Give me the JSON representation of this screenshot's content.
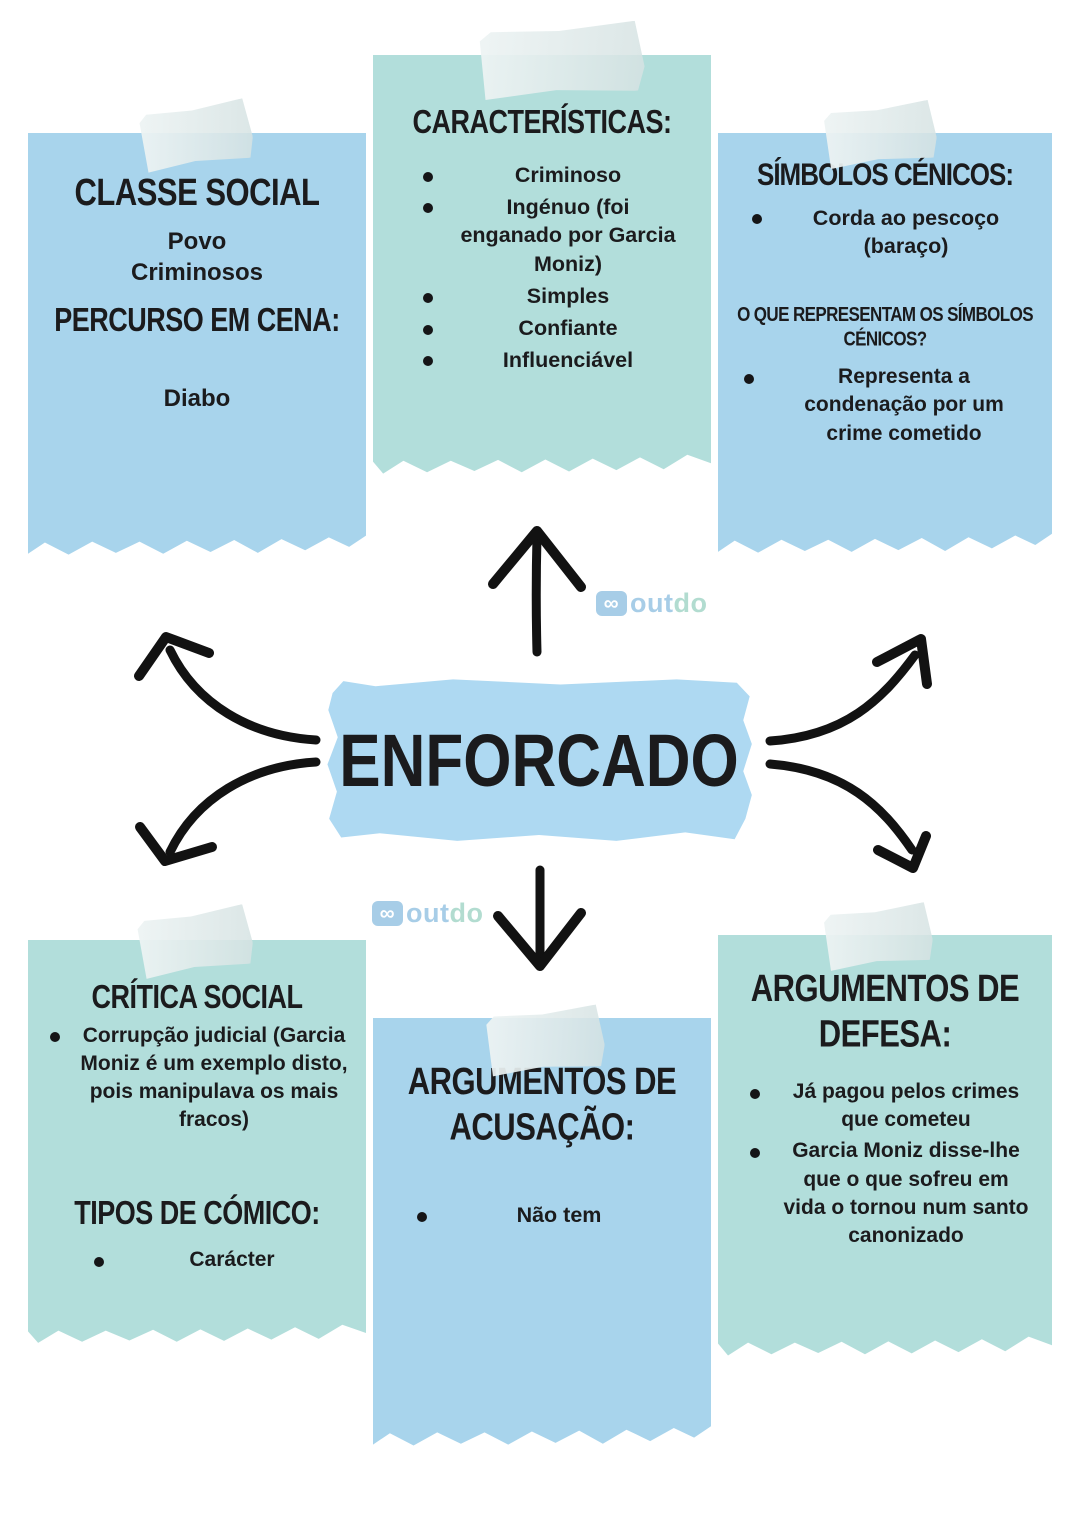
{
  "page": {
    "background": "#ffffff"
  },
  "colors": {
    "blue_note": "#a8d4ec",
    "teal_note": "#b2dedb",
    "banner": "#aed9f2",
    "text": "#1b1b1d",
    "arrow": "#121212",
    "tape": "#e3ecec",
    "watermark_blue": "#a3cbe6",
    "watermark_teal": "#aedbce"
  },
  "center": {
    "title": "ENFORCADO"
  },
  "watermark": {
    "badge": "∞",
    "part1": "out",
    "part2": "do"
  },
  "notes": {
    "classe_social": {
      "title": "CLASSE SOCIAL",
      "lines": [
        "Povo",
        "Criminosos"
      ],
      "subtitle": "PERCURSO EM CENA:",
      "sub_lines": [
        "Diabo"
      ]
    },
    "caracteristicas": {
      "title": "CARACTERÍSTICAS:",
      "bullets": [
        "Criminoso",
        "Ingénuo (foi enganado por Garcia Moniz)",
        "Simples",
        "Confiante",
        "Influenciável"
      ]
    },
    "simbolos_cenicos": {
      "title": "SÍMBOLOS CÉNICOS:",
      "bullets": [
        "Corda ao pescoço (baraço)"
      ],
      "subtitle": "O QUE REPRESENTAM OS SÍMBOLOS CÉNICOS?",
      "sub_bullets": [
        "Representa a condenação por um crime cometido"
      ]
    },
    "critica_social": {
      "title": "CRÍTICA SOCIAL",
      "bullets": [
        "Corrupção judicial (Garcia Moniz é um exemplo disto, pois manipulava os mais fracos)"
      ],
      "subtitle": "TIPOS DE CÓMICO:",
      "sub_bullets": [
        "Carácter"
      ]
    },
    "argumentos_acusacao": {
      "title": "ARGUMENTOS DE ACUSAÇÃO:",
      "bullets": [
        "Não tem"
      ]
    },
    "argumentos_defesa": {
      "title": "ARGUMENTOS DE DEFESA:",
      "bullets": [
        "Já pagou pelos crimes que cometeu",
        "Garcia Moniz disse-lhe que o que sofreu em vida o tornou num santo canonizado"
      ]
    }
  }
}
